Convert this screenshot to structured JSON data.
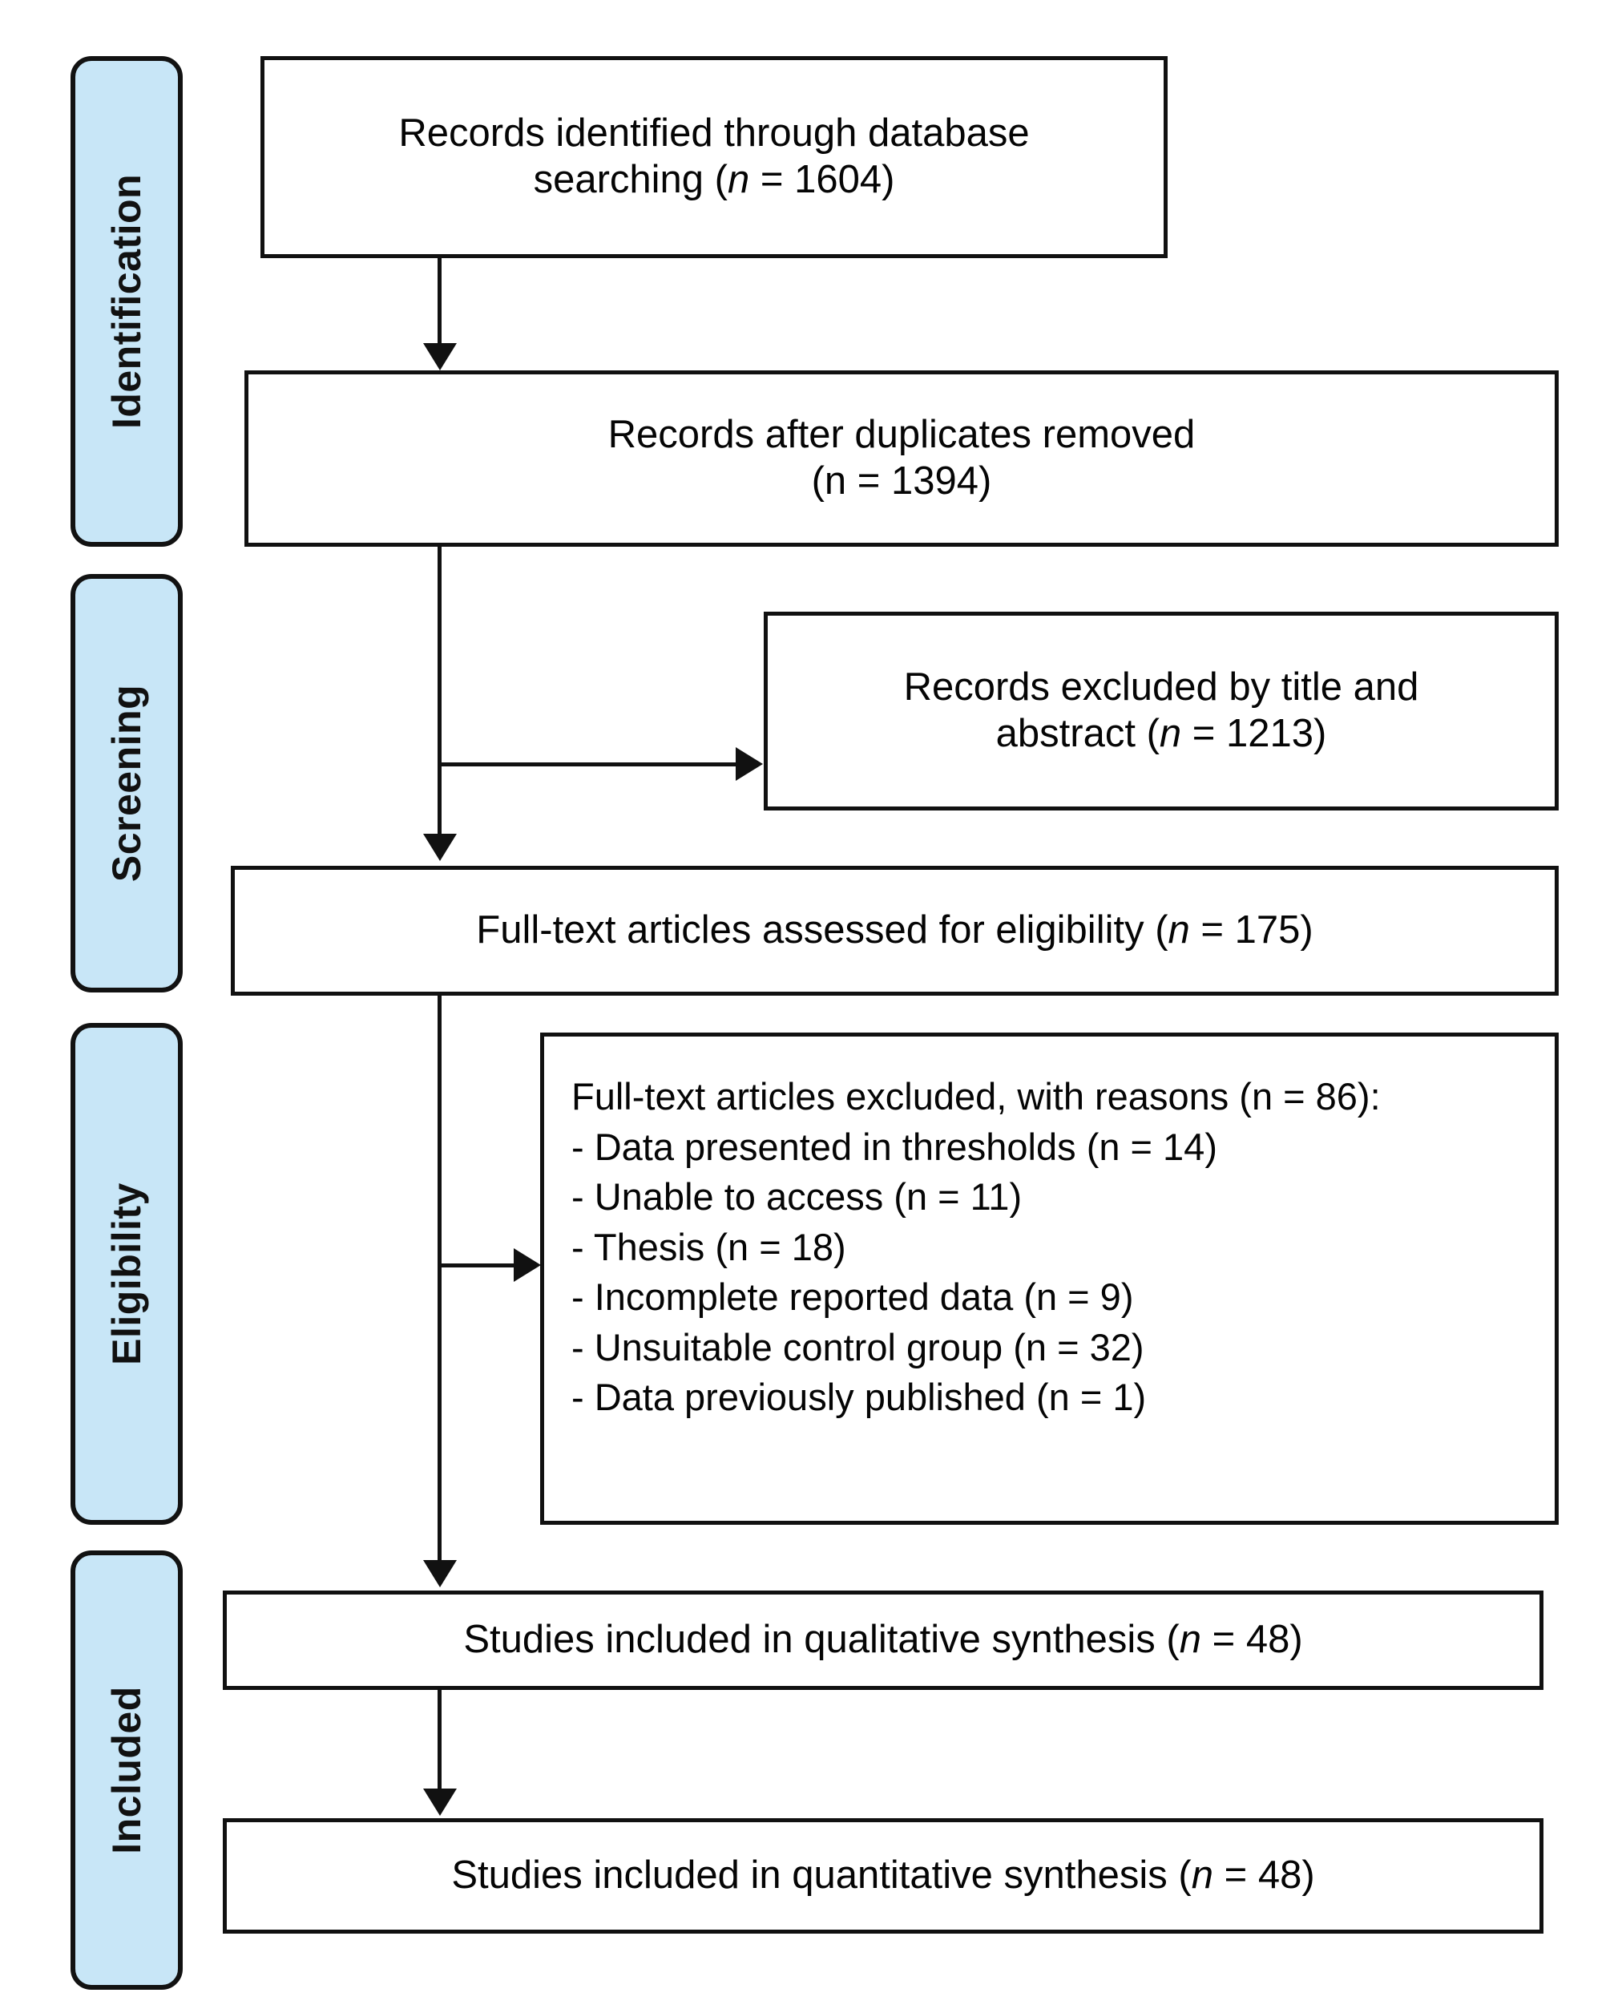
{
  "diagram": {
    "type": "prisma-flow-diagram",
    "stages": [
      {
        "id": "identification",
        "label": "Identification"
      },
      {
        "id": "screening",
        "label": "Screening"
      },
      {
        "id": "eligibility",
        "label": "Eligibility"
      },
      {
        "id": "included",
        "label": "Included"
      }
    ],
    "colors": {
      "stage_fill": "#c8e6f7",
      "stage_border": "#121212",
      "box_border": "#111111",
      "box_fill": "#ffffff",
      "text": "#050505",
      "connector": "#111111"
    },
    "boxes": [
      {
        "id": "records-identified",
        "stage": "identification",
        "text": "Records identified through database\nsearching (n = 1604)",
        "count": 1604,
        "italic_n": true
      },
      {
        "id": "records-after-duplicates",
        "stage": "identification",
        "text": "Records after duplicates removed\n(n = 1394)",
        "count": 1394,
        "italic_n": false
      },
      {
        "id": "records-excluded",
        "stage": "screening",
        "text": "Records excluded by title and\nabstract (n = 1213)",
        "count": 1213,
        "italic_n": true
      },
      {
        "id": "fulltext-assessed",
        "stage": "screening",
        "text": "Full-text articles assessed for eligibility (n = 175)",
        "count": 175,
        "italic_n": true
      },
      {
        "id": "fulltext-excluded-reasons",
        "stage": "eligibility",
        "header": "Full-text articles excluded, with reasons (n = 86):",
        "count": 86,
        "italic_n": false,
        "reasons": [
          {
            "label": "Data presented in thresholds",
            "count": 14,
            "text": "- Data presented in thresholds (n = 14)"
          },
          {
            "label": "Unable to access",
            "count": 11,
            "text": "- Unable to access (n = 11)"
          },
          {
            "label": "Thesis",
            "count": 18,
            "text": "- Thesis (n = 18)"
          },
          {
            "label": "Incomplete reported data",
            "count": 9,
            "text": "- Incomplete reported data (n = 9)"
          },
          {
            "label": "Unsuitable control group",
            "count": 32,
            "text": "- Unsuitable control group (n = 32)"
          },
          {
            "label": "Data previously published",
            "count": 1,
            "text": "- Data previously published (n = 1)"
          }
        ],
        "text": "Full-text articles excluded, with reasons (n = 86):\n- Data presented in thresholds (n = 14)\n- Unable to access (n = 11)\n- Thesis (n = 18)\n- Incomplete reported data (n = 9)\n- Unsuitable control group (n = 32)\n- Data previously published (n = 1)"
      },
      {
        "id": "qualitative-synthesis",
        "stage": "included",
        "text": "Studies included in qualitative synthesis (n = 48)",
        "count": 48,
        "italic_n": true
      },
      {
        "id": "quantitative-synthesis",
        "stage": "included",
        "text": "Studies included in quantitative synthesis (n = 48)",
        "count": 48,
        "italic_n": true
      }
    ]
  }
}
